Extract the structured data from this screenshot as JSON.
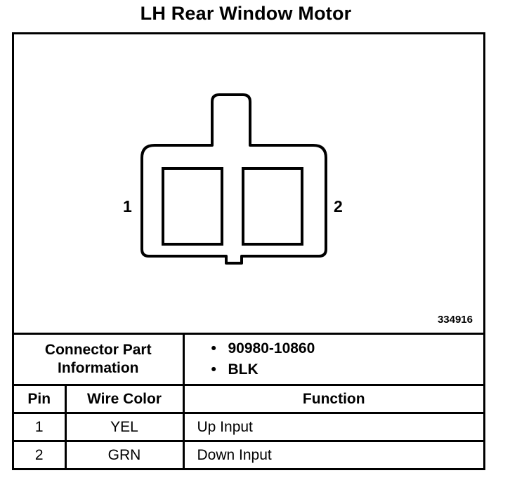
{
  "title": "LH Rear Window Motor",
  "pins_labels": {
    "left": "1",
    "right": "2"
  },
  "figure_number": "334916",
  "connector": {
    "label_line1": "Connector Part",
    "label_line2": "Information",
    "part_number": "90980-10860",
    "color": "BLK",
    "bullet": "•"
  },
  "table": {
    "headers": [
      "Pin",
      "Wire Color",
      "Function"
    ],
    "rows": [
      {
        "pin": "1",
        "wire_color": "YEL",
        "function": "Up Input"
      },
      {
        "pin": "2",
        "wire_color": "GRN",
        "function": "Down Input"
      }
    ]
  }
}
